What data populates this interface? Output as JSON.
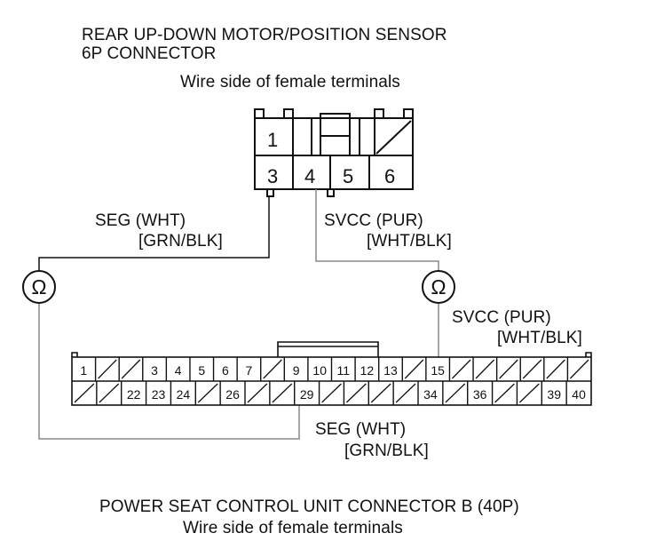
{
  "colors": {
    "line": "#111111",
    "wire": "#8a8a8a",
    "background": "#ffffff"
  },
  "top_connector": {
    "title_line1": "REAR UP-DOWN MOTOR/POSITION SENSOR",
    "title_line2": "6P CONNECTOR",
    "subtitle": "Wire side of female terminals",
    "pins": [
      "1",
      "3",
      "4",
      "5",
      "6"
    ]
  },
  "bottom_connector": {
    "title": "POWER SEAT CONTROL UNIT CONNECTOR B (40P)",
    "subtitle": "Wire side of female terminals",
    "row1": [
      "1",
      "",
      "",
      "3",
      "4",
      "5",
      "6",
      "7",
      "",
      "9",
      "10",
      "11",
      "12",
      "13",
      "",
      "15",
      "",
      "",
      "",
      "",
      "",
      ""
    ],
    "row2": [
      "",
      "",
      "22",
      "23",
      "24",
      "",
      "26",
      "",
      "",
      "29",
      "",
      "",
      "",
      "",
      "34",
      "",
      "36",
      "",
      "",
      "39",
      "40"
    ]
  },
  "wires": {
    "seg_top_name": "SEG (WHT)",
    "seg_top_alt": "[GRN/BLK]",
    "svcc_top_name": "SVCC (PUR)",
    "svcc_top_alt": "[WHT/BLK]",
    "svcc_bottom_name": "SVCC (PUR)",
    "svcc_bottom_alt": "[WHT/BLK]",
    "seg_bottom_name": "SEG (WHT)",
    "seg_bottom_alt": "[GRN/BLK]"
  },
  "meters": {
    "symbol": "Ω"
  }
}
